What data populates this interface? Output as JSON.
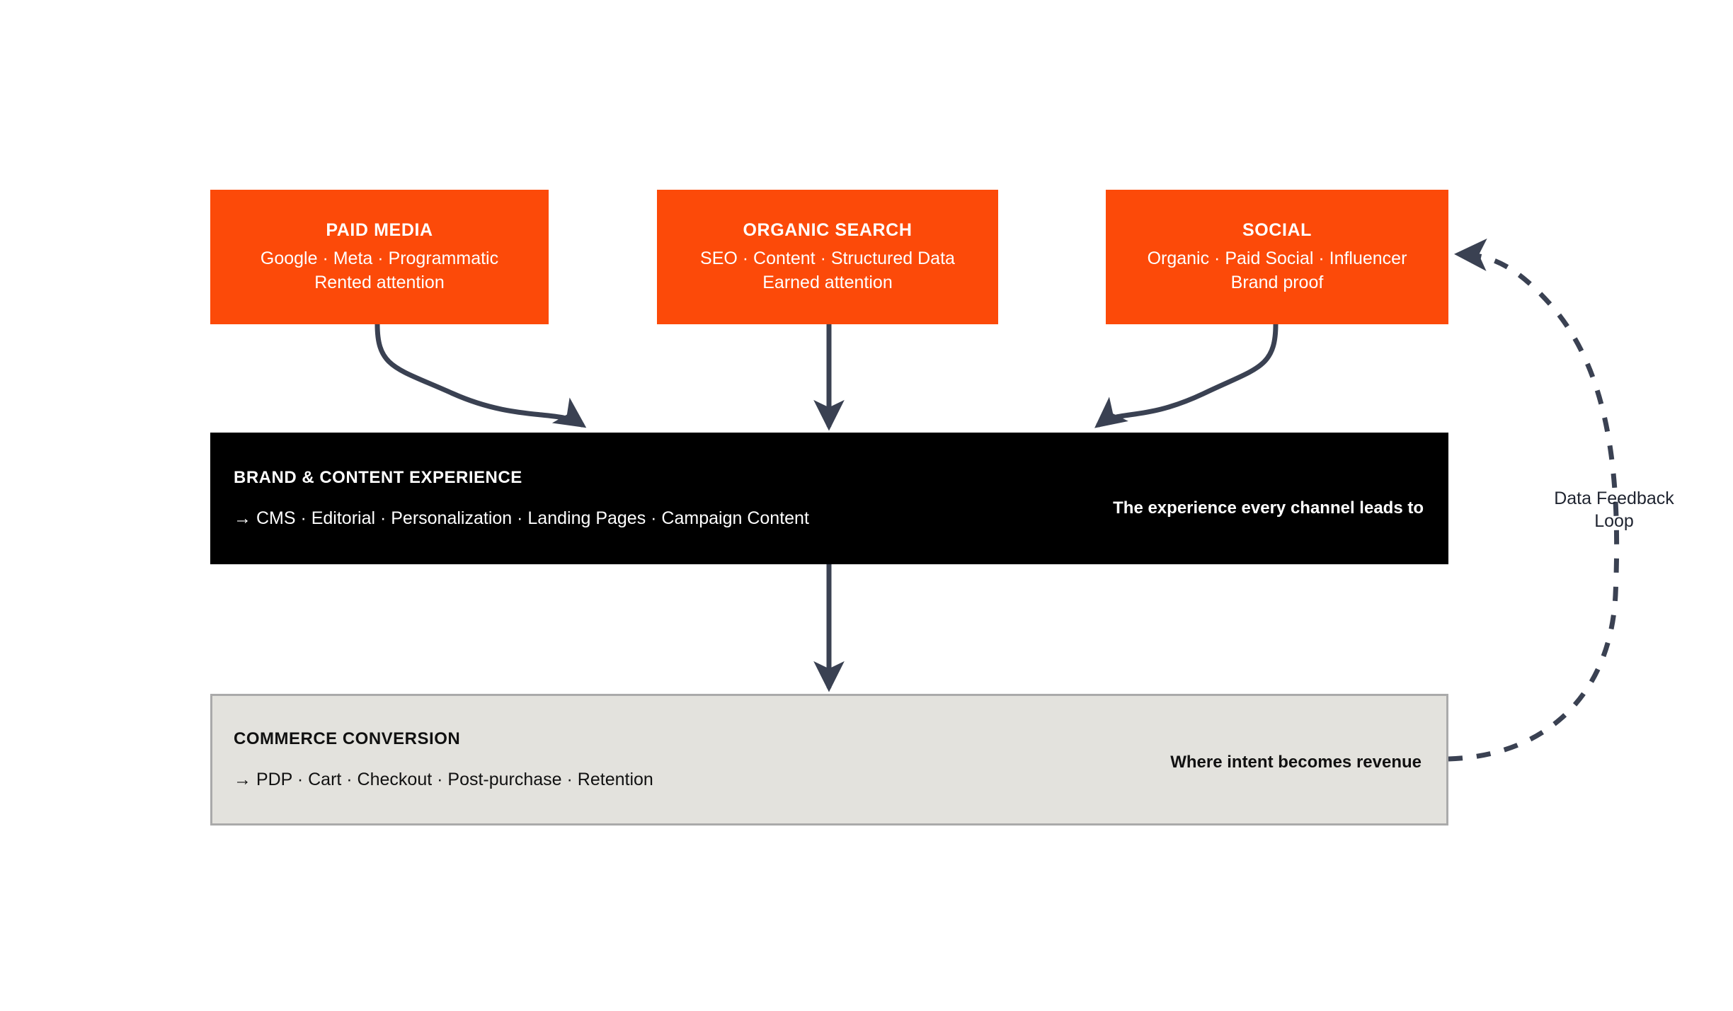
{
  "diagram": {
    "title": "Channel to commerce conversion flow",
    "colors": {
      "channel_fill": "#FC4A09",
      "channel_text": "#FFFFFF",
      "brand_band_fill": "#000000",
      "brand_band_text": "#FFFFFF",
      "commerce_band_fill": "#E3E2DD",
      "commerce_band_border": "#AAAAAA",
      "commerce_band_text": "#111111",
      "connector": "#3A4152",
      "background": "#FFFFFF"
    }
  },
  "channels": [
    {
      "id": "paid-media",
      "title": "PAID MEDIA",
      "sources": "Google · Meta · Programmatic",
      "attention": "Rented attention"
    },
    {
      "id": "organic-search",
      "title": "ORGANIC SEARCH",
      "sources": "SEO · Content · Structured Data",
      "attention": "Earned attention"
    },
    {
      "id": "social",
      "title": "SOCIAL",
      "sources": "Organic · Paid Social · Influencer",
      "attention": "Brand proof"
    }
  ],
  "bands": [
    {
      "id": "brand-content-experience",
      "heading": "BRAND & CONTENT EXPERIENCE",
      "items": "→ CMS · Editorial · Personalization · Landing Pages · Campaign Content",
      "tagline": "The experience every channel leads to"
    },
    {
      "id": "commerce-conversion",
      "heading": "COMMERCE CONVERSION",
      "items": "→ PDP · Cart · Checkout · Post-purchase · Retention",
      "tagline": "Where intent becomes revenue"
    }
  ],
  "feedback_loop": {
    "label_line_1": "Data Feedback",
    "label_line_2": "Loop",
    "style": "dashed",
    "from": "commerce-conversion",
    "to": "social"
  },
  "connectors": [
    {
      "id": "paid-to-brand",
      "from": "paid-media",
      "to": "brand-content-experience",
      "style": "solid-curve"
    },
    {
      "id": "organic-to-brand",
      "from": "organic-search",
      "to": "brand-content-experience",
      "style": "solid-straight"
    },
    {
      "id": "social-to-brand",
      "from": "social",
      "to": "brand-content-experience",
      "style": "solid-curve"
    },
    {
      "id": "brand-to-commerce",
      "from": "brand-content-experience",
      "to": "commerce-conversion",
      "style": "solid-straight"
    }
  ]
}
